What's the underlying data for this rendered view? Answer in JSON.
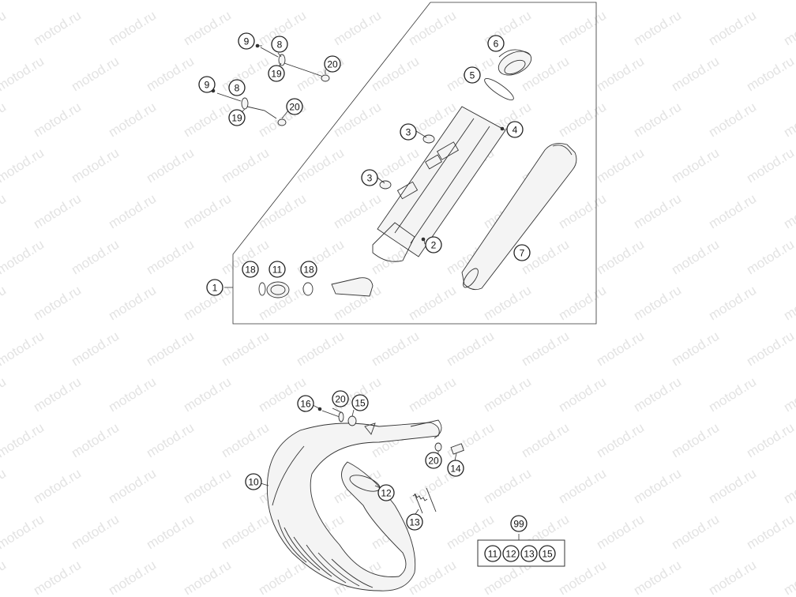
{
  "watermark": {
    "text": "motod.ru"
  },
  "callouts": [
    {
      "id": "c1",
      "label": "1"
    },
    {
      "id": "c2",
      "label": "2"
    },
    {
      "id": "c3a",
      "label": "3"
    },
    {
      "id": "c3b",
      "label": "3"
    },
    {
      "id": "c4",
      "label": "4"
    },
    {
      "id": "c5",
      "label": "5"
    },
    {
      "id": "c6",
      "label": "6"
    },
    {
      "id": "c7",
      "label": "7"
    },
    {
      "id": "c8a",
      "label": "8"
    },
    {
      "id": "c8b",
      "label": "8"
    },
    {
      "id": "c9a",
      "label": "9"
    },
    {
      "id": "c9b",
      "label": "9"
    },
    {
      "id": "c10",
      "label": "10"
    },
    {
      "id": "c11",
      "label": "11"
    },
    {
      "id": "c12",
      "label": "12"
    },
    {
      "id": "c13",
      "label": "13"
    },
    {
      "id": "c14",
      "label": "14"
    },
    {
      "id": "c15",
      "label": "15"
    },
    {
      "id": "c16",
      "label": "16"
    },
    {
      "id": "c18a",
      "label": "18"
    },
    {
      "id": "c18b",
      "label": "18"
    },
    {
      "id": "c19a",
      "label": "19"
    },
    {
      "id": "c19b",
      "label": "19"
    },
    {
      "id": "c20a",
      "label": "20"
    },
    {
      "id": "c20b",
      "label": "20"
    },
    {
      "id": "c20c",
      "label": "20"
    },
    {
      "id": "c20d",
      "label": "20"
    }
  ],
  "kit": {
    "label": "99",
    "items": [
      {
        "id": "k11",
        "label": "11"
      },
      {
        "id": "k12",
        "label": "12"
      },
      {
        "id": "k13",
        "label": "13"
      },
      {
        "id": "k15",
        "label": "15"
      }
    ]
  }
}
